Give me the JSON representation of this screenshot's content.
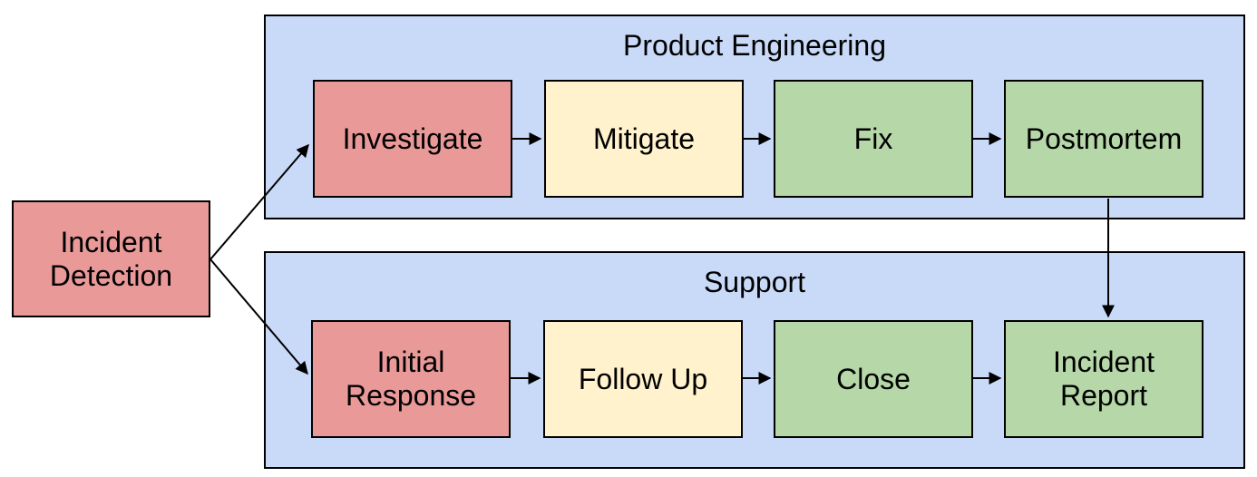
{
  "diagram": {
    "type": "flowchart",
    "colors": {
      "node_red": "#EA9999",
      "node_yellow": "#FFF2CC",
      "node_green": "#B6D7A8",
      "lane_blue": "#C9DAF8",
      "border": "#000000",
      "arrow": "#000000",
      "canvas_bg": "#FFFFFF",
      "text": "#000000"
    },
    "start_node": {
      "label": "Incident Detection",
      "color": "#EA9999"
    },
    "lanes": [
      {
        "title": "Product Engineering",
        "color": "#C9DAF8",
        "nodes": [
          {
            "label": "Investigate",
            "color": "#EA9999"
          },
          {
            "label": "Mitigate",
            "color": "#FFF2CC"
          },
          {
            "label": "Fix",
            "color": "#B6D7A8"
          },
          {
            "label": "Postmortem",
            "color": "#B6D7A8"
          }
        ]
      },
      {
        "title": "Support",
        "color": "#C9DAF8",
        "nodes": [
          {
            "label": "Initial Response",
            "color": "#EA9999"
          },
          {
            "label": "Follow Up",
            "color": "#FFF2CC"
          },
          {
            "label": "Close",
            "color": "#B6D7A8"
          },
          {
            "label": "Incident Report",
            "color": "#B6D7A8"
          }
        ]
      }
    ],
    "edges": [
      {
        "from": "Incident Detection",
        "to": "Investigate"
      },
      {
        "from": "Incident Detection",
        "to": "Initial Response"
      },
      {
        "from": "Investigate",
        "to": "Mitigate"
      },
      {
        "from": "Mitigate",
        "to": "Fix"
      },
      {
        "from": "Fix",
        "to": "Postmortem"
      },
      {
        "from": "Postmortem",
        "to": "Incident Report"
      },
      {
        "from": "Initial Response",
        "to": "Follow Up"
      },
      {
        "from": "Follow Up",
        "to": "Close"
      },
      {
        "from": "Close",
        "to": "Incident Report"
      }
    ]
  }
}
